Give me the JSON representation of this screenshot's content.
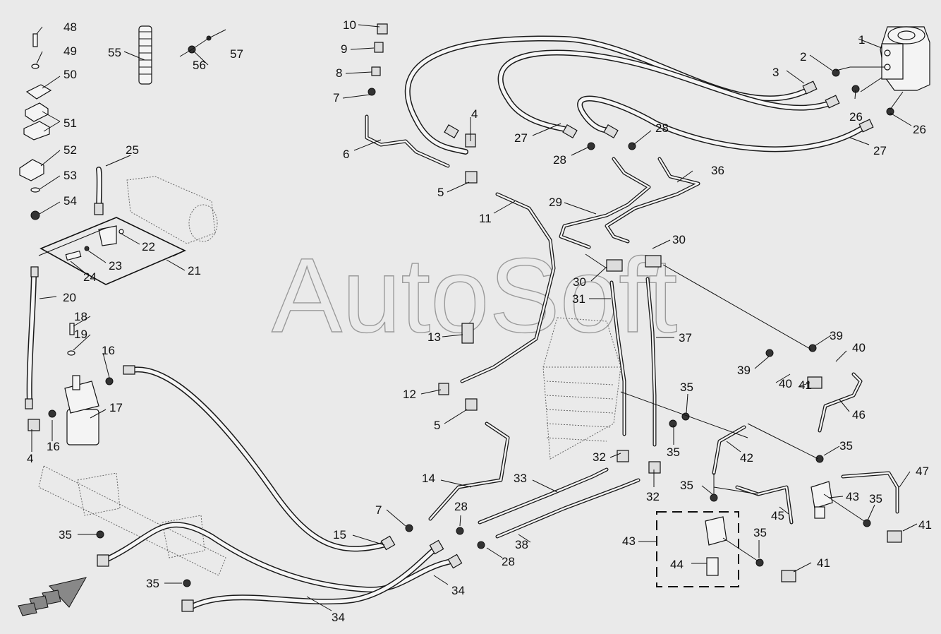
{
  "watermark": "AutoSoft",
  "labels": [
    "1",
    "2",
    "3",
    "4",
    "4",
    "5",
    "5",
    "6",
    "7",
    "7",
    "8",
    "9",
    "10",
    "11",
    "12",
    "13",
    "14",
    "15",
    "16",
    "16",
    "17",
    "18",
    "19",
    "20",
    "21",
    "22",
    "23",
    "24",
    "25",
    "26",
    "26",
    "27",
    "27",
    "28",
    "28",
    "28",
    "28",
    "29",
    "30",
    "30",
    "31",
    "32",
    "32",
    "33",
    "34",
    "34",
    "35",
    "35",
    "35",
    "35",
    "35",
    "35",
    "35",
    "35",
    "36",
    "37",
    "38",
    "39",
    "39",
    "40",
    "40",
    "41",
    "41",
    "41",
    "42",
    "43",
    "43",
    "44",
    "45",
    "46",
    "47",
    "48",
    "49",
    "50",
    "51",
    "52",
    "53",
    "54",
    "55",
    "56",
    "57"
  ],
  "icons": {
    "direction_arrow": "triangle-arrow-icon"
  }
}
